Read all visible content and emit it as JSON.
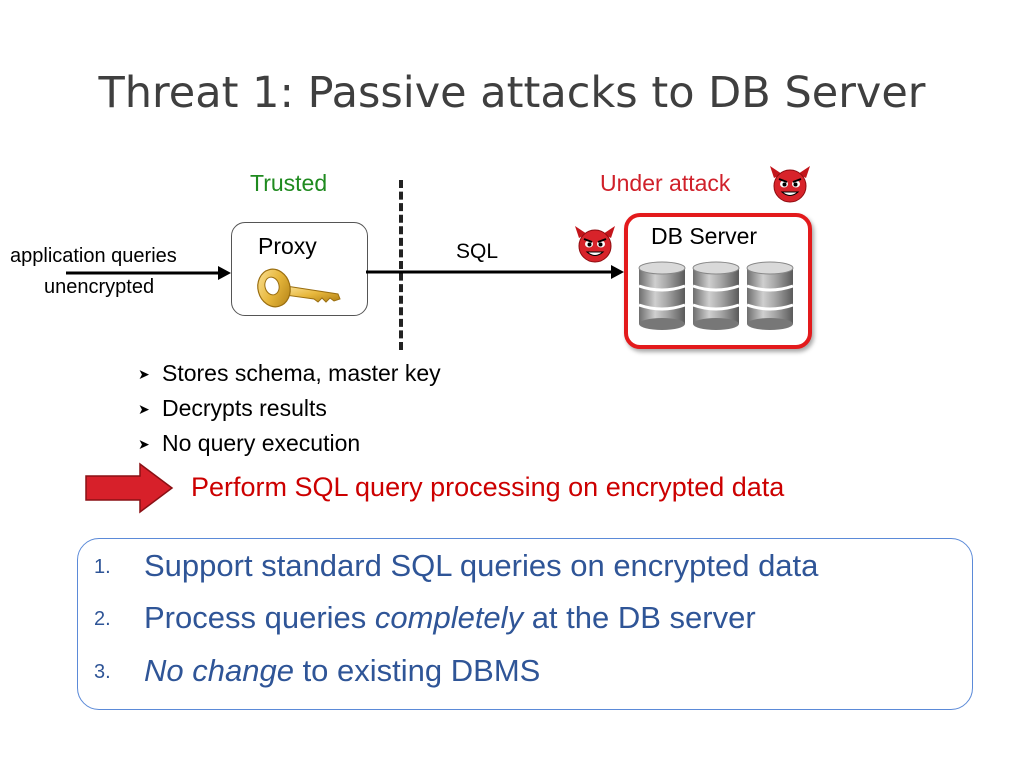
{
  "title": "Threat 1: Passive attacks to DB Server",
  "diagram": {
    "trusted_label": "Trusted",
    "under_attack_label": "Under attack",
    "proxy_label": "Proxy",
    "app_queries_line1": "application queries",
    "app_queries_line2": "unencrypted",
    "sql_label": "SQL",
    "db_server_label": "DB Server",
    "colors": {
      "trusted": "#1f8a1f",
      "attack": "#d0202a",
      "db_border": "#e31a1c",
      "goal_text": "#2f5597"
    },
    "icons": [
      "devil-icon",
      "key-icon",
      "database-icon",
      "arrow-right-icon"
    ]
  },
  "proxy_bullets": [
    "Stores schema, master key",
    "Decrypts results",
    "No query execution"
  ],
  "conclusion": "Perform SQL query processing on encrypted data",
  "goals": [
    {
      "num": "1.",
      "pre": "Support standard SQL queries on encrypted data",
      "em": "",
      "post": ""
    },
    {
      "num": "2.",
      "pre": "Process queries ",
      "em": "completely",
      "post": " at the DB server"
    },
    {
      "num": "3.",
      "pre": "",
      "em": "No change",
      "post": " to existing DBMS"
    }
  ]
}
